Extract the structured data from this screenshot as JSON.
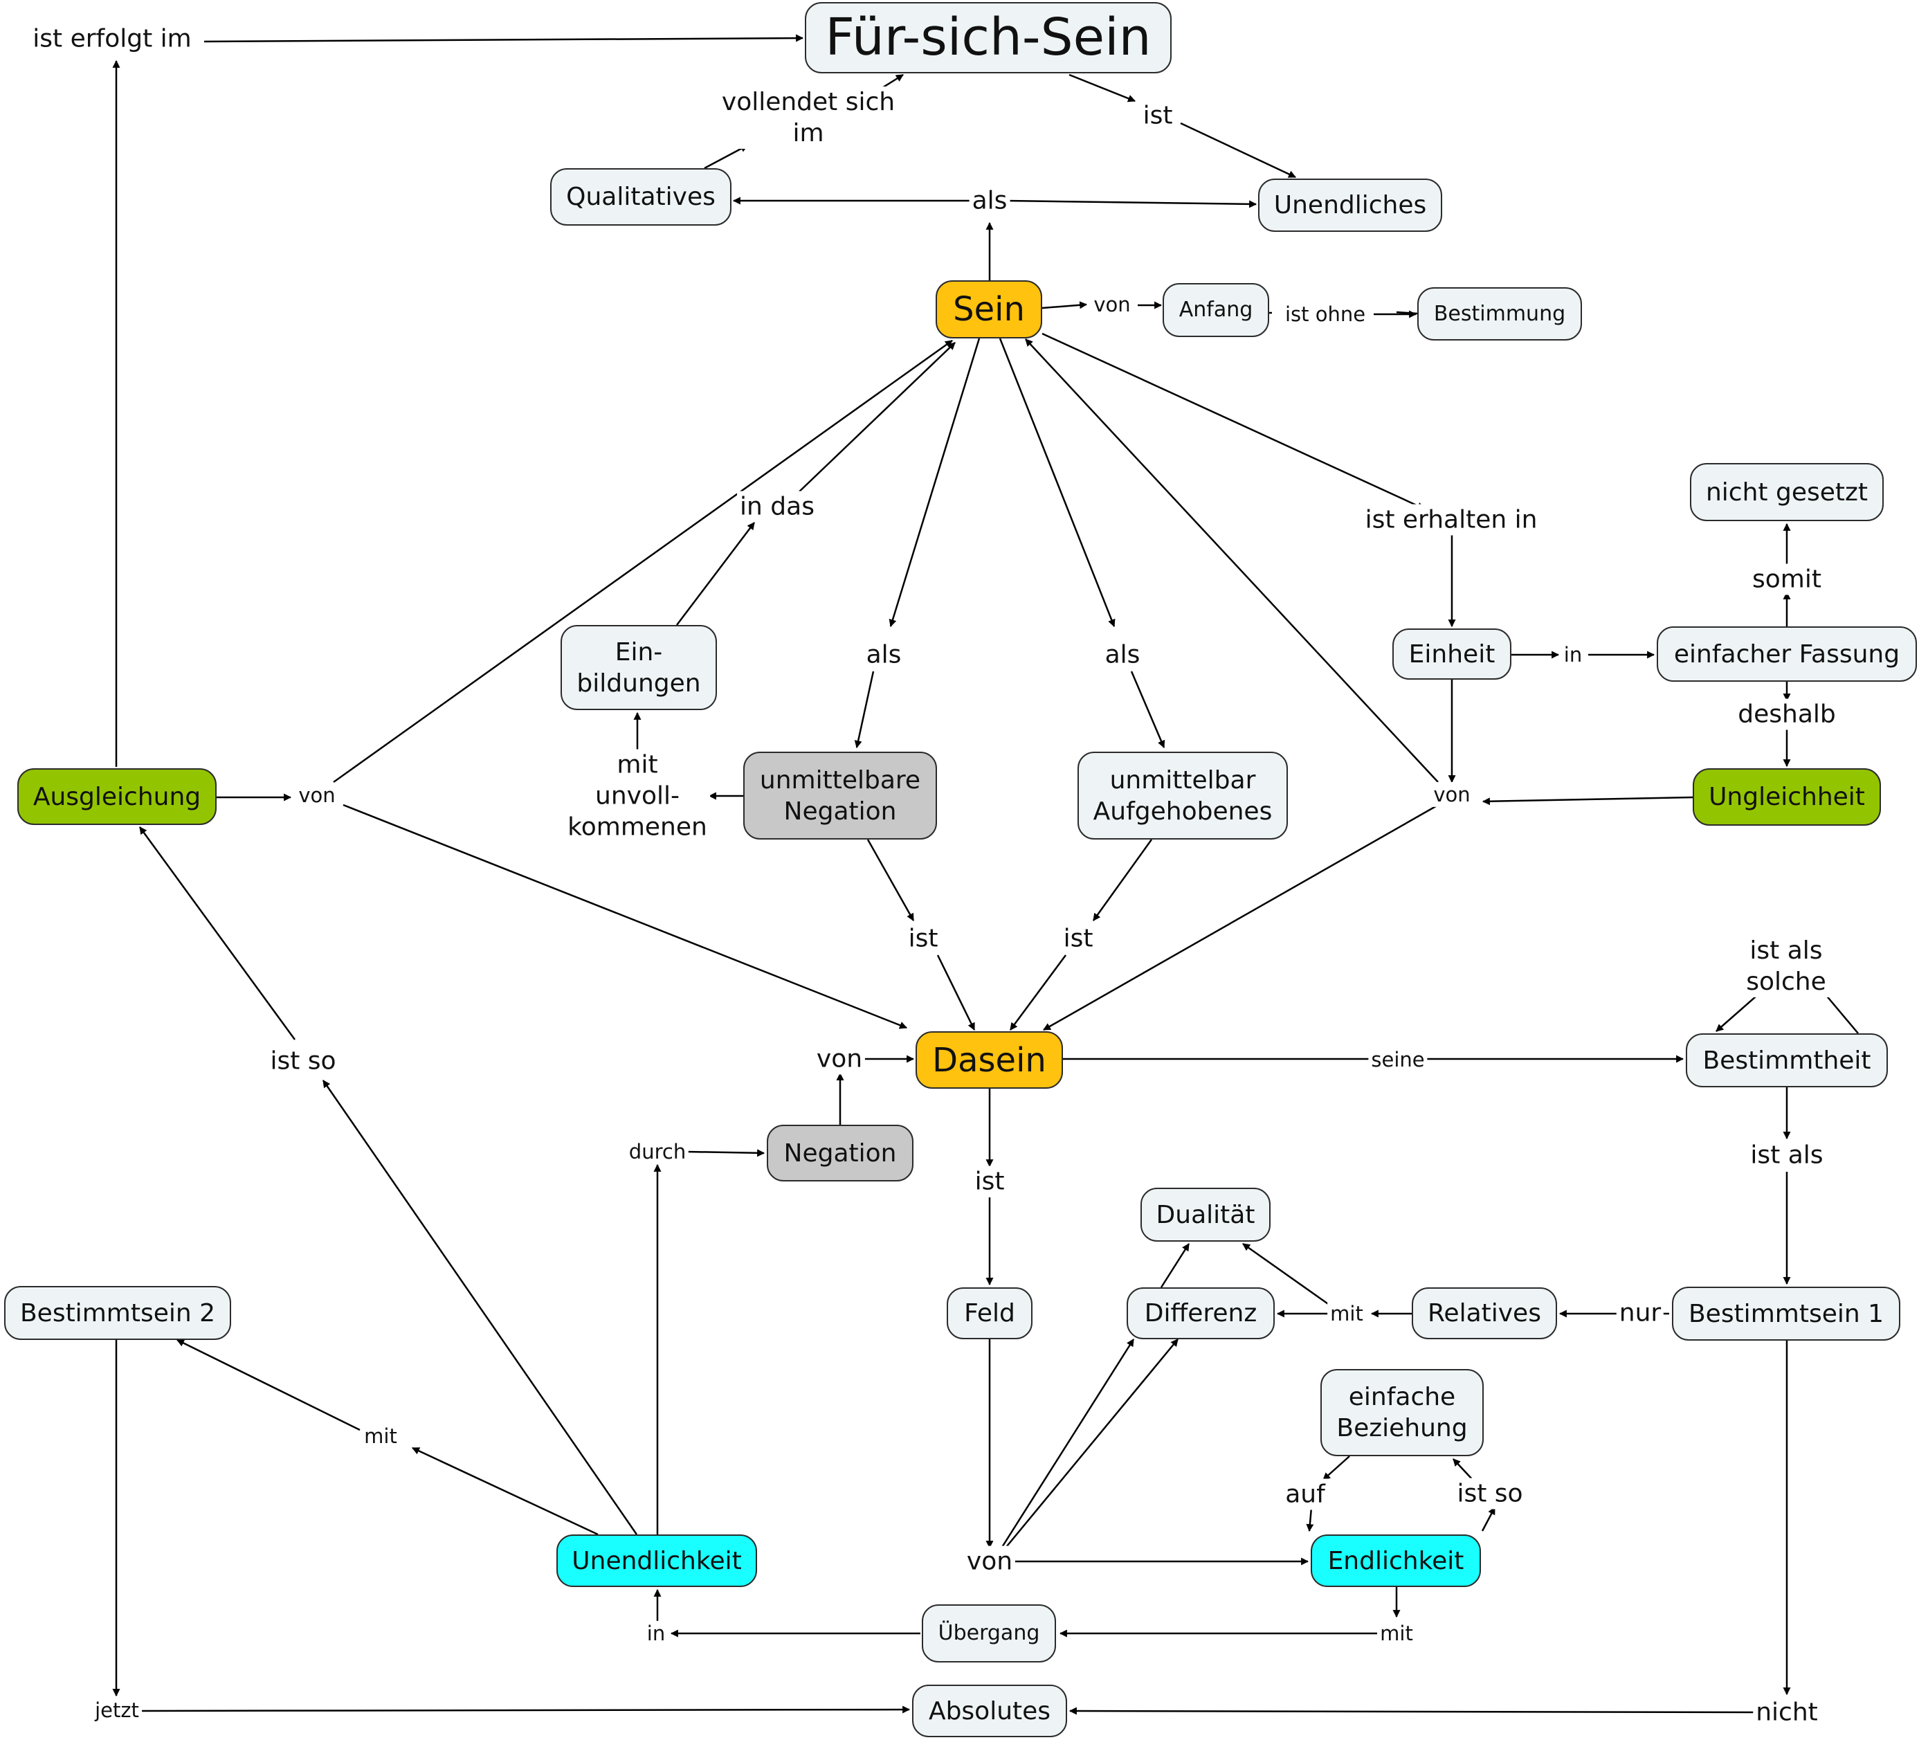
{
  "colors": {
    "default": "#eef4f6",
    "core": "#ffc20e",
    "green": "#93c400",
    "gray": "#c8c8c8",
    "cyan": "#19ffff",
    "line": "#000000"
  },
  "nodes": {
    "fuer_sich_sein": {
      "text": "Für-sich-Sein",
      "color": "default"
    },
    "qualitatives": {
      "text": "Qualitatives",
      "color": "default"
    },
    "unendliches": {
      "text": "Unendliches",
      "color": "default"
    },
    "sein": {
      "text": "Sein",
      "color": "core"
    },
    "anfang": {
      "text": "Anfang",
      "color": "default"
    },
    "bestimmung": {
      "text": "Bestimmung",
      "color": "default"
    },
    "nicht_gesetzt": {
      "text": "nicht gesetzt",
      "color": "default"
    },
    "einheit": {
      "text": "Einheit",
      "color": "default"
    },
    "einfacher_fassung": {
      "text": "einfacher Fassung",
      "color": "default"
    },
    "einbildungen": {
      "text": "Ein-\nbildungen",
      "color": "default"
    },
    "ausgleichung": {
      "text": "Ausgleichung",
      "color": "green"
    },
    "unmittelbare_negation": {
      "text": "unmittelbare\nNegation",
      "color": "gray"
    },
    "unmittelbar_aufgehobenes": {
      "text": "unmittelbar\nAufgehobenes",
      "color": "default"
    },
    "ungleichheit": {
      "text": "Ungleichheit",
      "color": "green"
    },
    "dasein": {
      "text": "Dasein",
      "color": "core"
    },
    "bestimmtheit": {
      "text": "Bestimmtheit",
      "color": "default"
    },
    "negation": {
      "text": "Negation",
      "color": "gray"
    },
    "dualitaet": {
      "text": "Dualität",
      "color": "default"
    },
    "bestimmtsein_2": {
      "text": "Bestimmtsein 2",
      "color": "default"
    },
    "feld": {
      "text": "Feld",
      "color": "default"
    },
    "differenz": {
      "text": "Differenz",
      "color": "default"
    },
    "relatives": {
      "text": "Relatives",
      "color": "default"
    },
    "bestimmtsein_1": {
      "text": "Bestimmtsein 1",
      "color": "default"
    },
    "einfache_beziehung": {
      "text": "einfache\nBeziehung",
      "color": "default"
    },
    "unendlichkeit": {
      "text": "Unendlichkeit",
      "color": "cyan"
    },
    "endlichkeit": {
      "text": "Endlichkeit",
      "color": "cyan"
    },
    "uebergang": {
      "text": "Übergang",
      "color": "default"
    },
    "absolutes": {
      "text": "Absolutes",
      "color": "default"
    }
  },
  "labels": {
    "ist_erfolgt_im": "ist erfolgt im",
    "vollendet_sich_im": "vollendet sich\nim",
    "ist_unendliches": "ist",
    "als_top": "als",
    "von_anfang": "von",
    "ist_ohne": "ist ohne",
    "in_das": "in das",
    "als_left": "als",
    "als_right": "als",
    "ist_erhalten_in": "ist erhalten in",
    "in_einheit": "in",
    "somit": "somit",
    "deshalb": "deshalb",
    "mit_unvollkommenen": "mit\nunvoll-\nkommenen",
    "von_left": "von",
    "von_right": "von",
    "ist_left": "ist",
    "ist_right": "ist",
    "ist_als_solche": "ist als solche",
    "ist_so_left": "ist so",
    "von_negation": "von",
    "seine": "seine",
    "durch": "durch",
    "ist_feld": "ist",
    "ist_als": "ist als",
    "mit_differenz": "mit",
    "nur": "nur",
    "mit_bestimmtsein2": "mit",
    "auf": "auf",
    "ist_so_right": "ist so",
    "von_bottom": "von",
    "in_unendlichkeit": "in",
    "mit_endlichkeit": "mit",
    "jetzt": "jetzt",
    "nicht": "nicht"
  }
}
